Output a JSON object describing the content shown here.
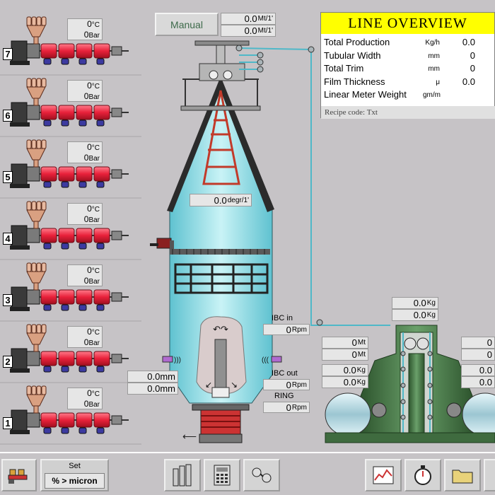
{
  "top": {
    "manual_label": "Manual",
    "speed1": {
      "value": "0.0",
      "unit": "Mt/1'"
    },
    "speed2": {
      "value": "0.0",
      "unit": "Mt/1'"
    }
  },
  "overview": {
    "title": "LINE OVERVIEW",
    "rows": [
      {
        "label": "Total Production",
        "unit": "Kg/h",
        "value": "0.0"
      },
      {
        "label": "Tubular Width",
        "unit": "mm",
        "value": "0"
      },
      {
        "label": "Total Trim",
        "unit": "mm",
        "value": "0"
      },
      {
        "label": "Film Thickness",
        "unit": "μ",
        "value": "0.0"
      },
      {
        "label": "Linear Meter Weight",
        "unit": "gm/m",
        "value": ""
      }
    ],
    "recipe_label": "Recipe code:",
    "recipe_value": "Txt"
  },
  "extruders": [
    {
      "number": "7",
      "temp": "0",
      "temp_unit": "°C",
      "pressure": "0",
      "pressure_unit": "Bar"
    },
    {
      "number": "6",
      "temp": "0",
      "temp_unit": "°C",
      "pressure": "0",
      "pressure_unit": "Bar"
    },
    {
      "number": "5",
      "temp": "0",
      "temp_unit": "°C",
      "pressure": "0",
      "pressure_unit": "Bar"
    },
    {
      "number": "4",
      "temp": "0",
      "temp_unit": "°C",
      "pressure": "0",
      "pressure_unit": "Bar"
    },
    {
      "number": "3",
      "temp": "0",
      "temp_unit": "°C",
      "pressure": "0",
      "pressure_unit": "Bar"
    },
    {
      "number": "2",
      "temp": "0",
      "temp_unit": "°C",
      "pressure": "0",
      "pressure_unit": "Bar"
    },
    {
      "number": "1",
      "temp": "0",
      "temp_unit": "°C",
      "pressure": "0",
      "pressure_unit": "Bar"
    }
  ],
  "tower": {
    "rotation": {
      "value": "0.0",
      "unit": "degr/1'"
    },
    "gap1": {
      "value": "0.0",
      "unit": "mm"
    },
    "gap2": {
      "value": "0.0",
      "unit": "mm"
    },
    "ibc_in": {
      "label": "IBC in",
      "value": "0",
      "unit": "Rpm"
    },
    "ibc_out": {
      "label": "IBC out",
      "value": "0",
      "unit": "Rpm"
    },
    "ring": {
      "label": "RING",
      "value": "0",
      "unit": "Rpm"
    }
  },
  "winder": {
    "top_weight1": {
      "value": "0.0",
      "unit": "Kg"
    },
    "top_weight2": {
      "value": "0.0",
      "unit": "Kg"
    },
    "left_len1": {
      "value": "0",
      "unit": "Mt"
    },
    "left_len2": {
      "value": "0",
      "unit": "Mt"
    },
    "left_w1": {
      "value": "0.0",
      "unit": "Kg"
    },
    "left_w2": {
      "value": "0.0",
      "unit": "Kg"
    },
    "right_len1": {
      "value": "0",
      "unit": ""
    },
    "right_len2": {
      "value": "0",
      "unit": ""
    },
    "right_w1": {
      "value": "0.0",
      "unit": ""
    },
    "right_w2": {
      "value": "0.0",
      "unit": ""
    }
  },
  "toolbar": {
    "set_label": "Set",
    "set_value": "% > micron",
    "icons": [
      "extruders-icon",
      "tank-stack-icon",
      "calculator-icon",
      "network-icon",
      "trend-chart-icon",
      "stopwatch-icon",
      "folder-icon"
    ]
  },
  "colors": {
    "background": "#c6c3c6",
    "barrel_red": "#e8213a",
    "film_cyan": "#8ee0e8",
    "winder_green": "#3f6b3f",
    "title_yellow": "#ffff00",
    "web_line": "#4fb8c8"
  }
}
